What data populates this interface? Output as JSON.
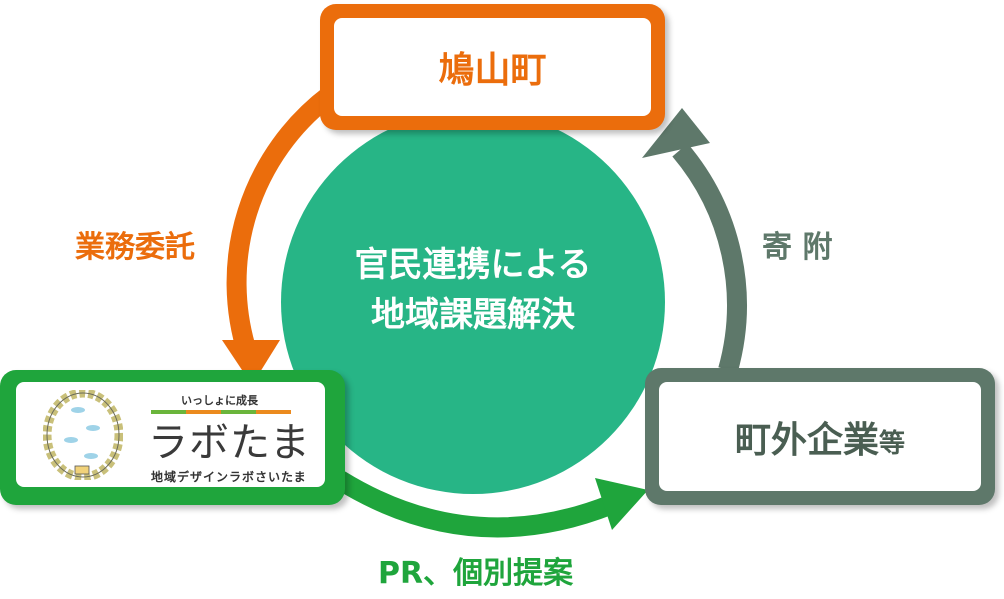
{
  "center": {
    "line1": "官民連携による",
    "line2": "地域課題解決"
  },
  "town": {
    "label": "鳩山町"
  },
  "external": {
    "label": "町外企業",
    "suffix": "等"
  },
  "labtama": {
    "tagline": "いっしょに成長",
    "logo_text": "ラボたま",
    "subtitle": "地域デザインラボさいたま"
  },
  "arrows": {
    "commission": "業務委託",
    "donation": "寄 附",
    "proposal": "PR、個別提案"
  },
  "colors": {
    "orange": "#eb6d0c",
    "teal": "#27b586",
    "green": "#1fa53c",
    "gray": "#5e786a"
  }
}
